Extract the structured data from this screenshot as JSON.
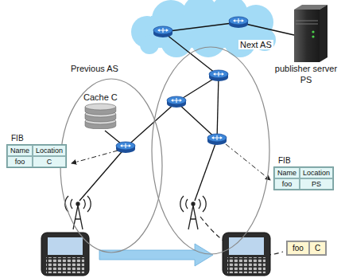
{
  "diagram": {
    "nodes": [
      {
        "text": [
          "Previous AS"
        ]
      },
      {
        "text": [
          "Cache C"
        ],
        "in": 0
      },
      {
        "text": [
          "Next AS"
        ]
      },
      {
        "text": [
          "publisher server PS"
        ]
      },
      {
        "text": [
          "FIB",
          "Name",
          "Location",
          "foo",
          "C"
        ]
      },
      {
        "text": [
          "FIB",
          "Name",
          "Location",
          "foo",
          "PS"
        ]
      },
      {
        "text": [
          "foo",
          "C"
        ]
      }
    ]
  }
}
